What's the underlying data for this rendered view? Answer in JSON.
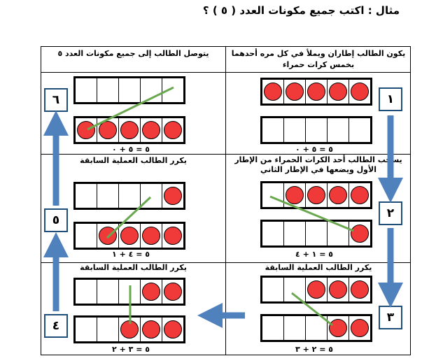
{
  "title": "مثال : اكتب جميع مكونات العدد ( ٥ ) ؟",
  "headers": {
    "right": "يكون الطالب إطاران ويملأ في كل مره أحدهما بخمس كرات حمراء",
    "left": "يتوصل الطالب إلى جميع مكونات العدد ٥"
  },
  "captions": {
    "right_row2": "يسحب الطالب أحد الكرات الحمراء من الإطار الأول ويضعها في الإطار الثاني",
    "left_row2": "يكرر الطالب العملية السابقة",
    "right_row3": "يكرر الطالب العملية السابقة",
    "left_row3": "يكرر الطالب العملية السابقة"
  },
  "equations": {
    "r1": "٥ = ٥ + ٠",
    "l1": "٥ = ٥ + ٠",
    "r2": "٥ = ١ + ٤",
    "l2": "٥ = ٤ + ١",
    "r3": "٥ = ٢ + ٣",
    "l3": "٥ = ٣ + ٢"
  },
  "steps": [
    "١",
    "٢",
    "٣",
    "٤",
    "٥",
    "٦"
  ],
  "colors": {
    "ball": "#f03a3a",
    "arrow": "#4f81bd",
    "line": "#6aa84f"
  }
}
